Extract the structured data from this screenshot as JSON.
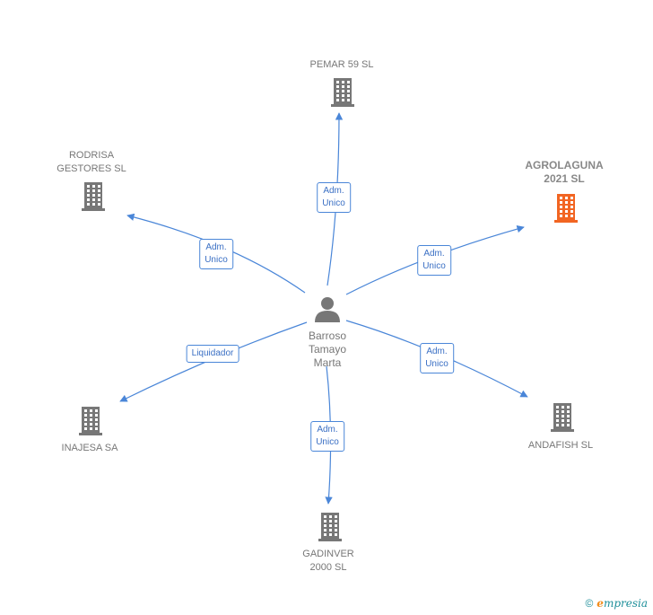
{
  "center": {
    "label": "Barroso\nTamayo\nMarta",
    "icon": "person-icon"
  },
  "nodes": [
    {
      "id": "pemar",
      "label": "PEMAR 59 SL",
      "icon": "building-icon",
      "color": "#777777",
      "highlight": false
    },
    {
      "id": "agrolaguna",
      "label": "AGROLAGUNA\n2021  SL",
      "icon": "building-icon",
      "color": "#f26522",
      "highlight": true
    },
    {
      "id": "andafish",
      "label": "ANDAFISH SL",
      "icon": "building-icon",
      "color": "#777777",
      "highlight": false
    },
    {
      "id": "gadinver",
      "label": "GADINVER\n2000 SL",
      "icon": "building-icon",
      "color": "#777777",
      "highlight": false
    },
    {
      "id": "inajesa",
      "label": "INAJESA SA",
      "icon": "building-icon",
      "color": "#777777",
      "highlight": false
    },
    {
      "id": "rodrisa",
      "label": "RODRISA\nGESTORES SL",
      "icon": "building-icon",
      "color": "#777777",
      "highlight": false
    }
  ],
  "edges": [
    {
      "to": "pemar",
      "label": "Adm.\nUnico"
    },
    {
      "to": "agrolaguna",
      "label": "Adm.\nUnico"
    },
    {
      "to": "andafish",
      "label": "Adm.\nUnico"
    },
    {
      "to": "gadinver",
      "label": "Adm.\nUnico"
    },
    {
      "to": "inajesa",
      "label": "Liquidador"
    },
    {
      "to": "rodrisa",
      "label": "Adm.\nUnico"
    }
  ],
  "colors": {
    "edge": "#4a86d8",
    "building": "#777777",
    "highlight": "#f26522"
  },
  "footer": {
    "copyright": "©",
    "brand_e": "e",
    "brand_rest": "mpresia"
  }
}
